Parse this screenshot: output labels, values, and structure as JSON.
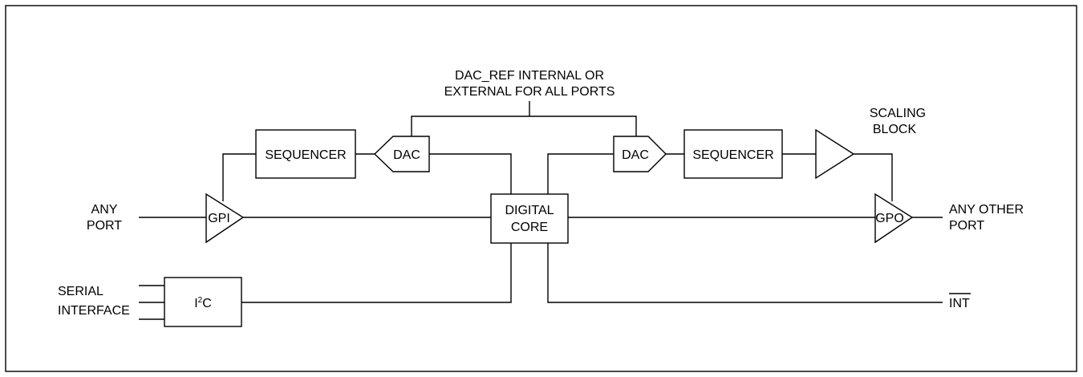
{
  "ref_note": {
    "line1": "DAC_REF INTERNAL OR",
    "line2": "EXTERNAL FOR ALL PORTS"
  },
  "left": {
    "sequencer": "SEQUENCER",
    "dac": "DAC",
    "gpi": "GPI",
    "any_port": {
      "line1": "ANY",
      "line2": "PORT"
    }
  },
  "core": {
    "line1": "DIGITAL",
    "line2": "CORE"
  },
  "right": {
    "dac": "DAC",
    "sequencer": "SEQUENCER",
    "scaling": {
      "line1": "SCALING",
      "line2": "BLOCK"
    },
    "gpo": "GPO",
    "any_other_port": {
      "line1": "ANY OTHER",
      "line2": "PORT"
    }
  },
  "serial": {
    "line1": "SERIAL",
    "line2": "INTERFACE",
    "i2c_main": "I",
    "i2c_sup": "2",
    "i2c_tail": "C"
  },
  "int_label": "INT"
}
